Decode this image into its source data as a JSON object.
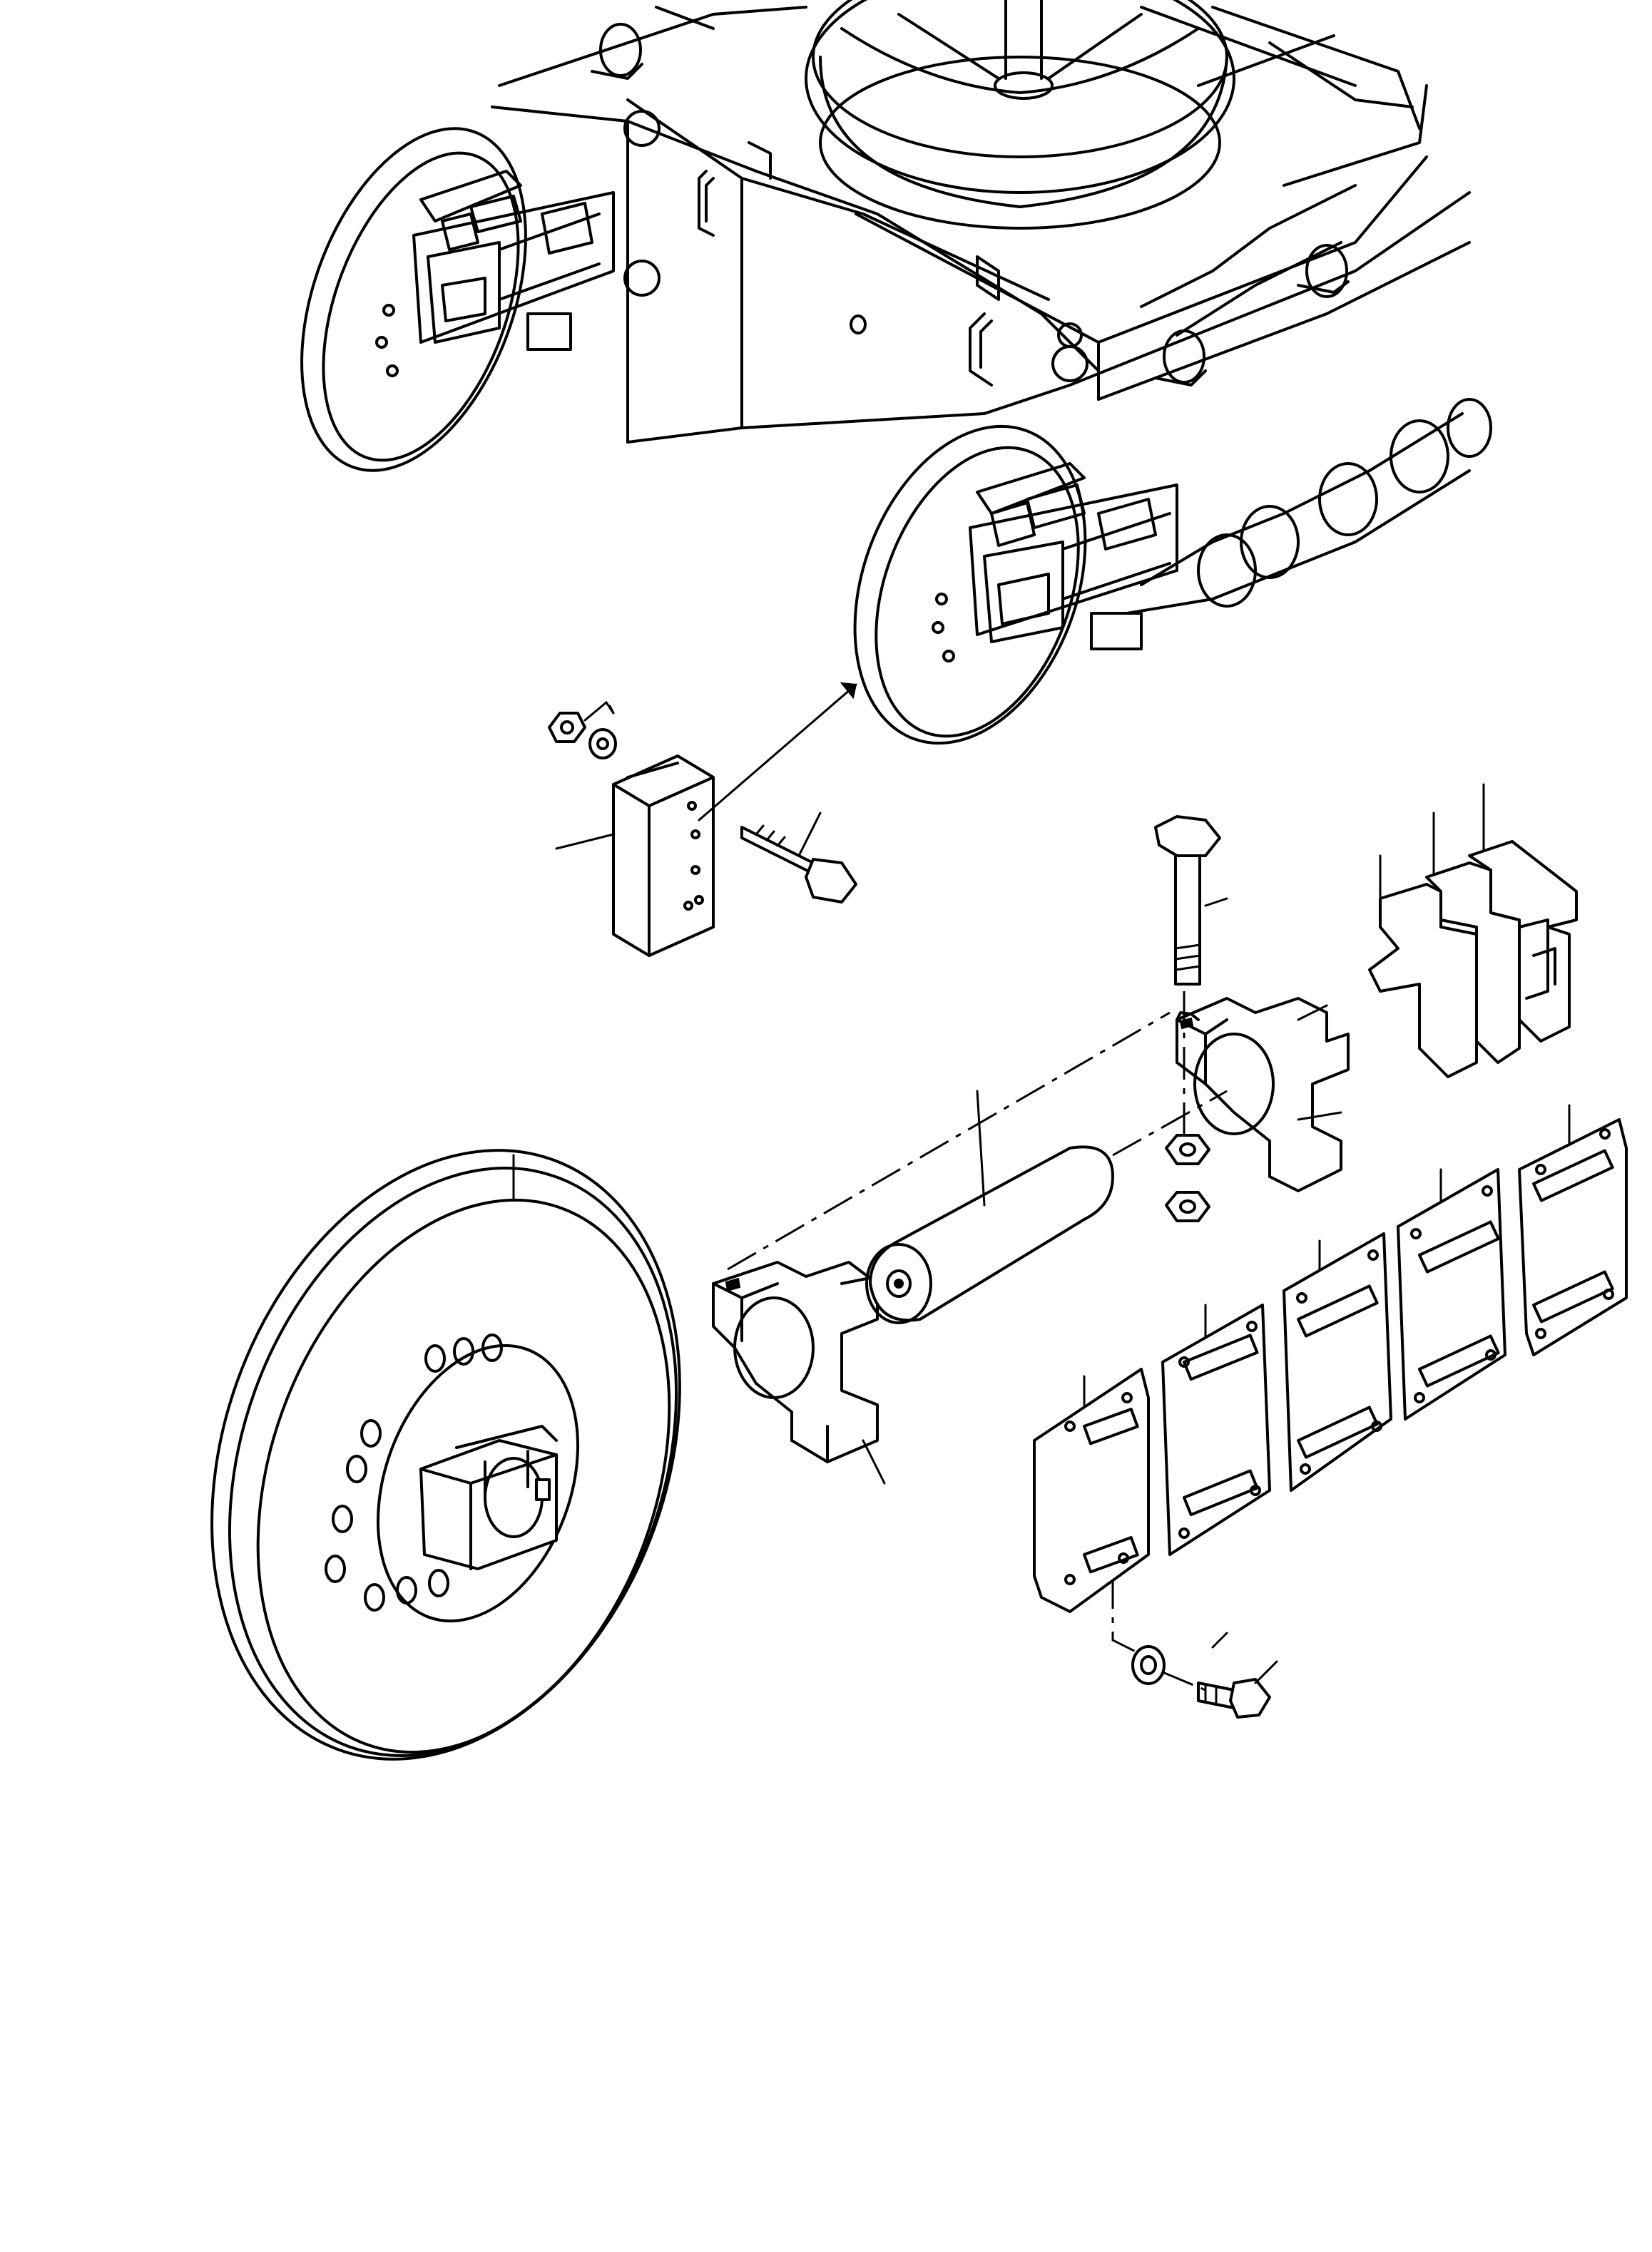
{
  "diagram": {
    "labels": [],
    "colors": {
      "line": "#000000",
      "background": "#ffffff"
    },
    "parts": [
      "undercarriage-frame",
      "front-idler-left",
      "front-idler-right",
      "idler-wheel",
      "idler-shaft",
      "bearing-bracket",
      "guide-block",
      "shim-plates",
      "spacer-blocks",
      "bolts",
      "nuts",
      "washer"
    ]
  }
}
